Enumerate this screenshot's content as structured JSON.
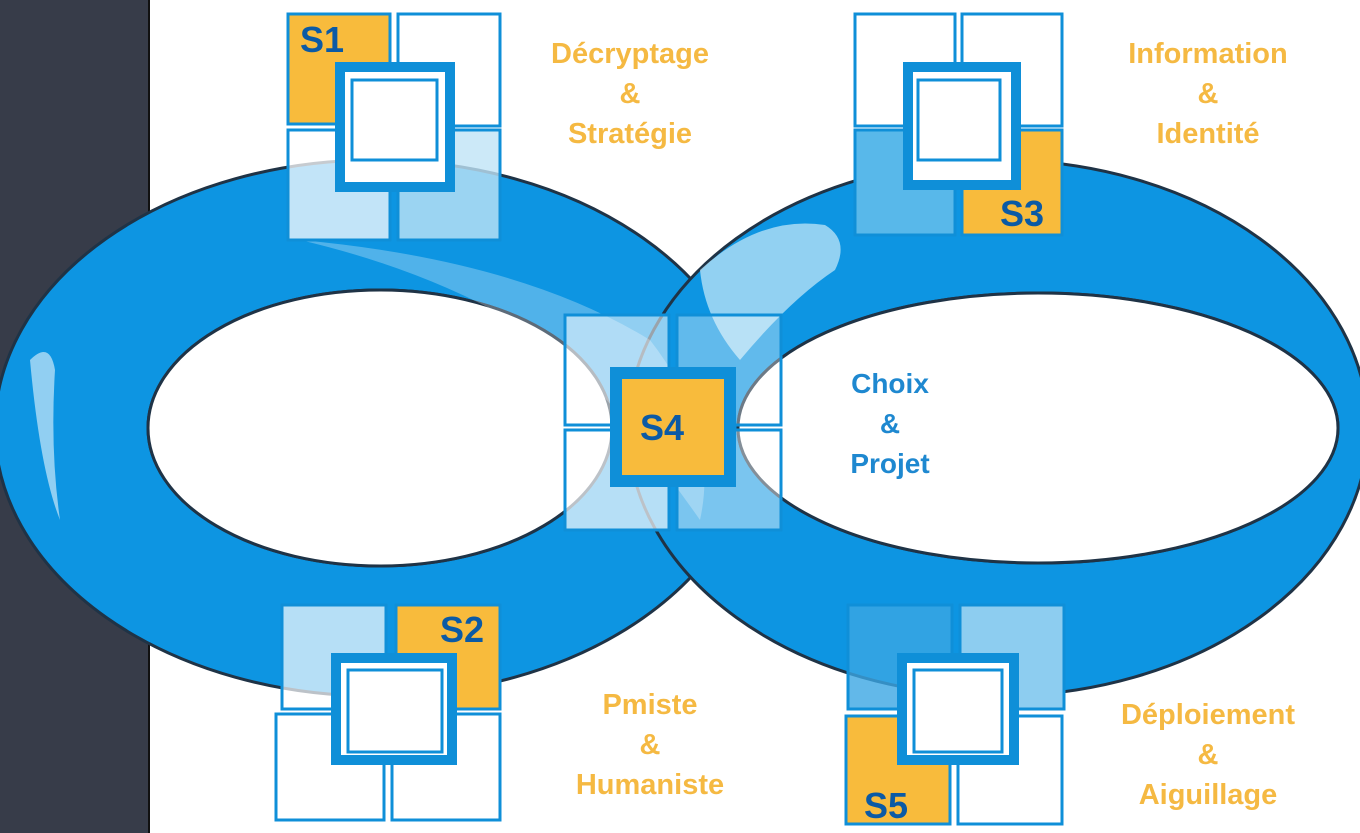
{
  "colors": {
    "ring": "#0d95e2",
    "ring_stroke": "#1f3346",
    "orange": "#f8bb3c",
    "frame": "#0f8fd8",
    "label_orange": "#f5b942",
    "label_blue": "#1e88d0",
    "sidebar": "#373c49"
  },
  "icons": {
    "s1": "puzzle-grid-icon",
    "s2": "puzzle-grid-icon",
    "s3": "puzzle-grid-icon",
    "s4": "puzzle-grid-icon",
    "s5": "puzzle-grid-icon"
  },
  "stages": {
    "s1": {
      "tag": "S1",
      "label": "Décryptage\n&\nStratégie"
    },
    "s2": {
      "tag": "S2",
      "label": "Pmiste\n&\nHumaniste"
    },
    "s3": {
      "tag": "S3",
      "label": "Information\n&\nIdentité"
    },
    "s4": {
      "tag": "S4",
      "label": "Choix\n&\nProjet"
    },
    "s5": {
      "tag": "S5",
      "label": "Déploiement\n&\nAiguillage"
    }
  }
}
